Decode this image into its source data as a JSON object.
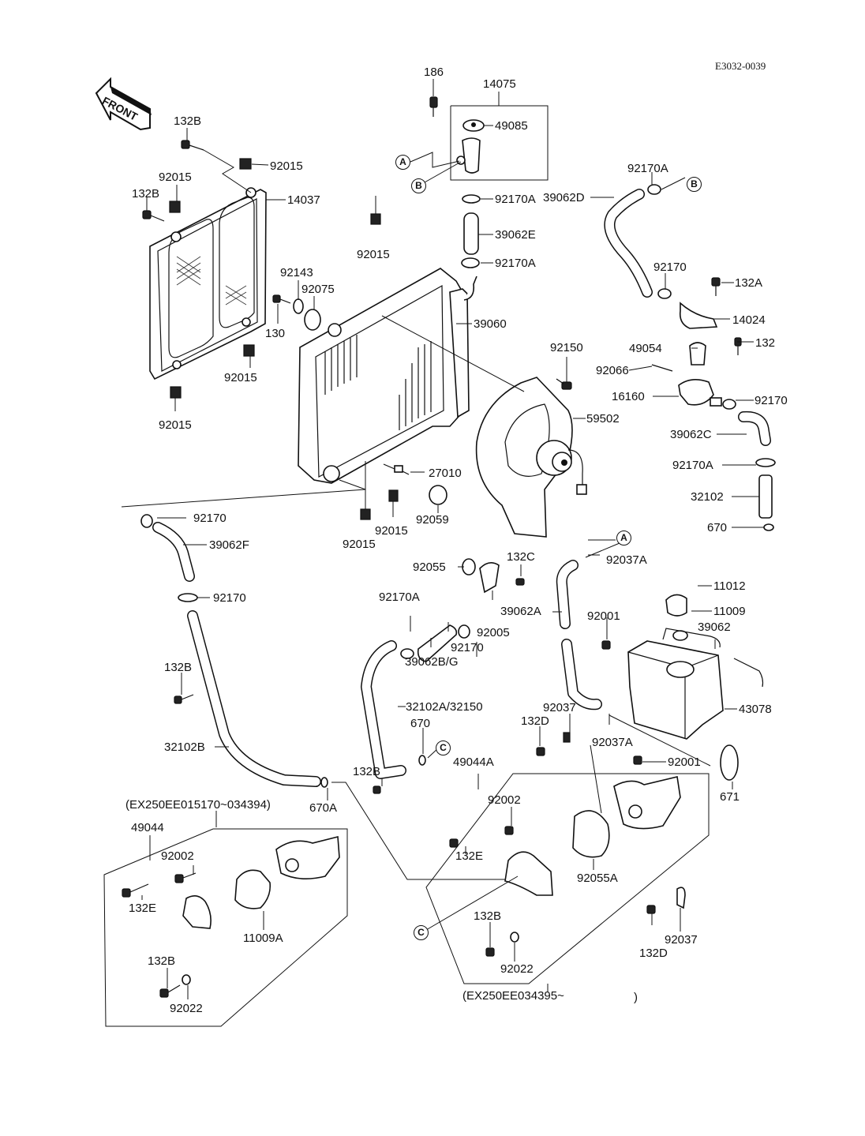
{
  "document_id": "E3032-0039",
  "front_arrow": "FRONT",
  "serial_ranges": {
    "early": "(EX250EE015170~034394)",
    "late": "(EX250EE034395~",
    "late_close": ")"
  },
  "ref_markers": [
    "A",
    "B",
    "C"
  ],
  "labels": {
    "p186": "186",
    "p14075": "14075",
    "p49085": "49085",
    "p132B_a": "132B",
    "p92015_a": "92015",
    "p92015_b": "92015",
    "p132B_b": "132B",
    "p14037": "14037",
    "p92170A_a": "92170A",
    "p39062E": "39062E",
    "p92170A_b": "92170A",
    "p92170A_c": "92170A",
    "p39062D": "39062D",
    "p92015_c": "92015",
    "p92143": "92143",
    "p92075": "92075",
    "p130": "130",
    "p39060": "39060",
    "p92170_a": "92170",
    "p132A": "132A",
    "p14024": "14024",
    "p49054": "49054",
    "p132": "132",
    "p92066": "92066",
    "p16160": "16160",
    "p92170_b": "92170",
    "p92150": "92150",
    "p59502": "59502",
    "p92015_d": "92015",
    "p92015_e": "92015",
    "p39062C": "39062C",
    "p92170A_d": "92170A",
    "p32102": "32102",
    "p670_a": "670",
    "p27010": "27010",
    "p92059": "92059",
    "p92015_f": "92015",
    "p92015_g": "92015",
    "p92170_c": "92170",
    "p39062F": "39062F",
    "p92170_d": "92170",
    "p92055": "92055",
    "p132C": "132C",
    "p92037A_a": "92037A",
    "p11012": "11012",
    "p92170A_e": "92170A",
    "p39062A": "39062A",
    "p11009": "11009",
    "p92005": "92005",
    "p92001_a": "92001",
    "p39062": "39062",
    "p92170_e": "92170",
    "p39062BG": "39062B/G",
    "p132B_c": "132B",
    "p32102A": "32102A/32150",
    "p670_b": "670",
    "p92037_a": "92037",
    "p132D_a": "132D",
    "p92037A_b": "92037A",
    "p43078": "43078",
    "p92001_b": "92001",
    "p32102B": "32102B",
    "p132B_d": "132B",
    "p670A": "670A",
    "p49044A": "49044A",
    "p671": "671",
    "p49044": "49044",
    "p92002_a": "92002",
    "p132E_a": "132E",
    "p11009A": "11009A",
    "p132B_e": "132B",
    "p92022_a": "92022",
    "p92002_b": "92002",
    "p132E_b": "132E",
    "p92055A": "92055A",
    "p132B_f": "132B",
    "p92022_b": "92022",
    "p132D_b": "132D",
    "p92037_b": "92037"
  }
}
